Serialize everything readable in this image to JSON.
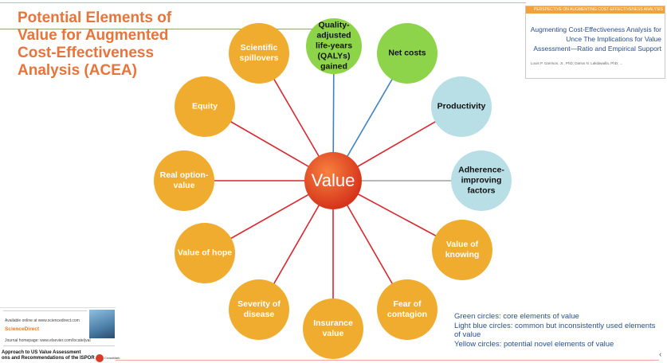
{
  "title": "Potential Elements of Value for Augmented Cost-Effectiveness Analysis (ACEA)",
  "center": {
    "label": "Value",
    "color": "#e8411c"
  },
  "colors": {
    "green": "#8ed44a",
    "light_blue": "#b9dfe6",
    "yellow": "#f0ac2e",
    "red_line": "#d9272e",
    "blue_line": "#3d83c4",
    "gray_line": "#a0a0a0"
  },
  "nodes": [
    {
      "id": "qalys",
      "label": "Quality-adjusted life-years (QALYs) gained",
      "type": "green"
    },
    {
      "id": "net-costs",
      "label": "Net costs",
      "type": "green"
    },
    {
      "id": "productivity",
      "label": "Productivity",
      "type": "light_blue"
    },
    {
      "id": "adherence",
      "label": "Adherence-improving factors",
      "type": "light_blue"
    },
    {
      "id": "value-of-knowing",
      "label": "Value of knowing",
      "type": "yellow"
    },
    {
      "id": "fear-of-contagion",
      "label": "Fear of contagion",
      "type": "yellow"
    },
    {
      "id": "insurance-value",
      "label": "Insurance value",
      "type": "yellow"
    },
    {
      "id": "severity-of-disease",
      "label": "Severity of disease",
      "type": "yellow"
    },
    {
      "id": "value-of-hope",
      "label": "Value of hope",
      "type": "yellow"
    },
    {
      "id": "real-option-value",
      "label": "Real option-value",
      "type": "yellow"
    },
    {
      "id": "equity",
      "label": "Equity",
      "type": "yellow"
    },
    {
      "id": "scientific-spillovers",
      "label": "Scientific spillovers",
      "type": "yellow"
    }
  ],
  "legend": [
    "Green circles: core elements of value",
    "Light blue circles:  common but inconsistently used elements of value",
    "Yellow circles:  potential novel elements of value"
  ],
  "article": {
    "banner": "PERSPECTIVE ON AUGMENTING COST-EFFECTIVENESS ANALYSIS",
    "title": "Augmenting Cost-Effectiveness Analysis for Unce The Implications for Value Assessment—Ratio and Empirical Support",
    "authors": "Louis P. Garrison, Jr., PhD; Darius N. Lakdawalla, PhD; ..."
  },
  "sd_thumb": {
    "available": "Available online at www.sciencedirect.com",
    "brand": "ScienceDirect",
    "journal": "Journal homepage: www.elsevier.com/locate/jval",
    "paper_title": "Approach to US Value Assessment",
    "paper_sub": "ons and Recommendations of the ISPOR",
    "publisher": "CrossMark"
  }
}
